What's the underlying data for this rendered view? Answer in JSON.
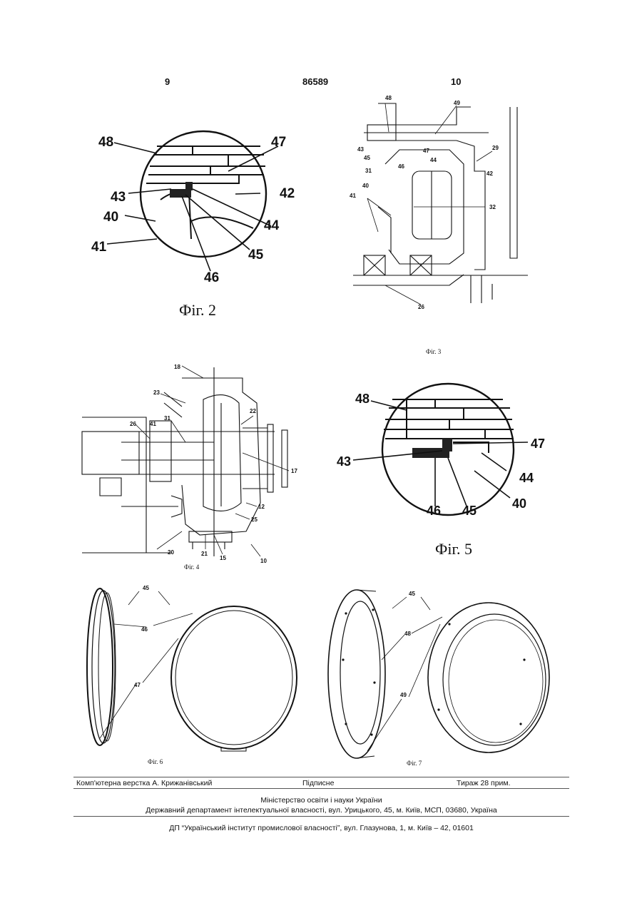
{
  "header": {
    "left_page": "9",
    "patent_no": "86589",
    "right_page": "10"
  },
  "figures": {
    "fig2": {
      "caption": "Фіг. 2",
      "labels": [
        "48",
        "47",
        "43",
        "42",
        "40",
        "44",
        "41",
        "45",
        "46"
      ]
    },
    "fig3": {
      "caption": "Фіг. 3",
      "labels": [
        "48",
        "49",
        "43",
        "47",
        "45",
        "44",
        "46",
        "29",
        "42",
        "31",
        "40",
        "32",
        "41",
        "26"
      ]
    },
    "fig4": {
      "caption": "Фіг. 4",
      "labels": [
        "18",
        "23",
        "22",
        "31",
        "41",
        "26",
        "17",
        "12",
        "25",
        "20",
        "21",
        "15",
        "10"
      ]
    },
    "fig5": {
      "caption": "Фіг. 5",
      "labels": [
        "48",
        "47",
        "43",
        "44",
        "40",
        "46",
        "45"
      ]
    },
    "fig6": {
      "caption": "Фіг. 6",
      "labels": [
        "45",
        "46",
        "47"
      ]
    },
    "fig7": {
      "caption": "Фіг. 7",
      "labels": [
        "45",
        "48",
        "49"
      ]
    }
  },
  "footer": {
    "layout": "Комп'ютерна верстка А. Крижанівський",
    "signed": "Підписне",
    "circulation": "Тираж 28 прим.",
    "ministry": "Міністерство освіти і науки України",
    "department": "Державний департамент інтелектуальної власності, вул. Урицького, 45, м. Київ, МСП, 03680, Україна",
    "institute": "ДП “Український інститут промислової власності”, вул. Глазунова, 1, м. Київ – 42, 01601"
  }
}
